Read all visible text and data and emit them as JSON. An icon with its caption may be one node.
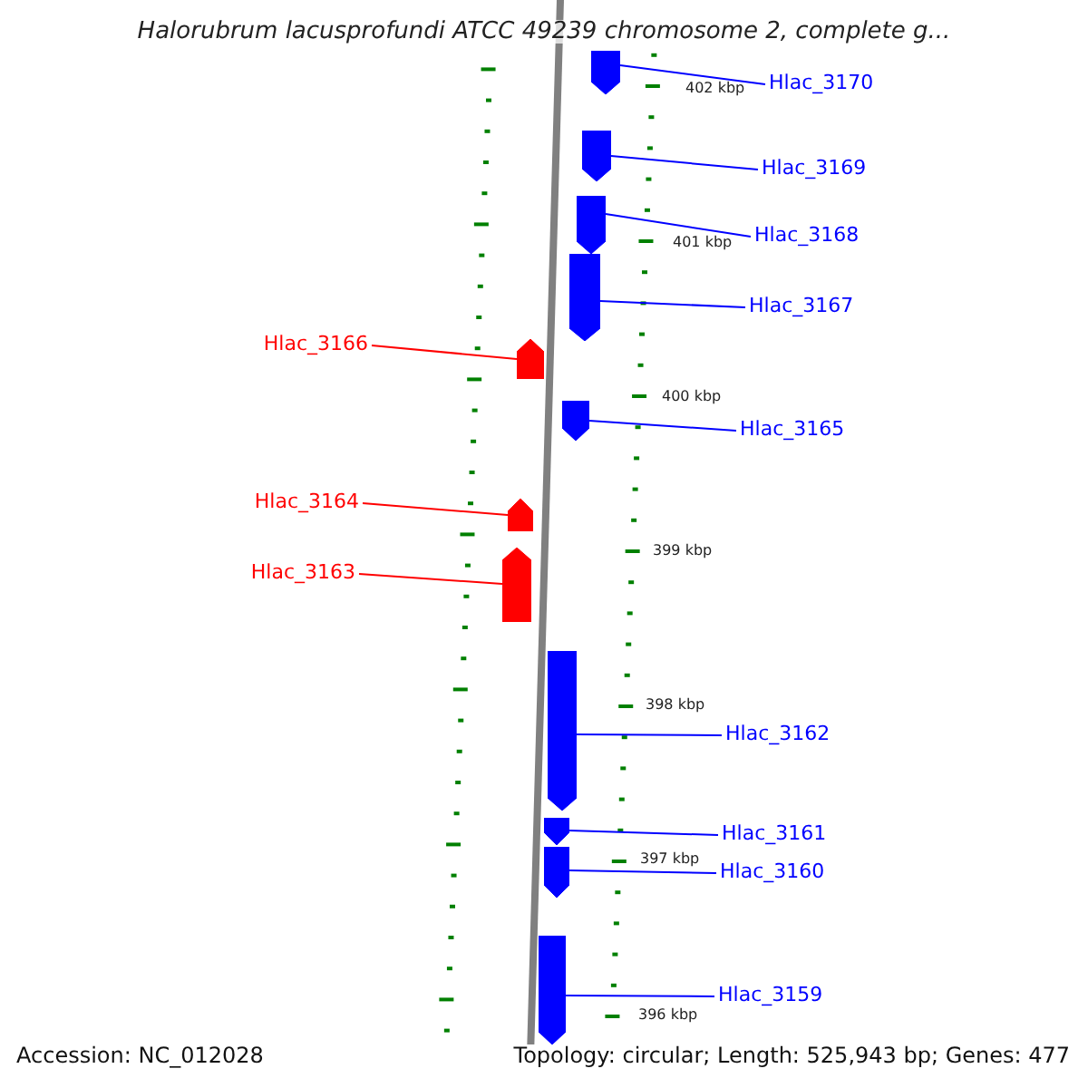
{
  "diagram": {
    "title": "Halorubrum lacusprofundi ATCC 49239 chromosome 2, complete g...",
    "nodes": [
      {
        "text": [
          "Hlac_3170"
        ]
      },
      {
        "text": [
          "Hlac_3169"
        ]
      },
      {
        "text": [
          "Hlac_3168"
        ]
      },
      {
        "text": [
          "Hlac_3167"
        ]
      },
      {
        "text": [
          "Hlac_3166"
        ]
      },
      {
        "text": [
          "Hlac_3165"
        ]
      },
      {
        "text": [
          "Hlac_3164"
        ]
      },
      {
        "text": [
          "Hlac_3163"
        ]
      },
      {
        "text": [
          "Hlac_3162"
        ]
      },
      {
        "text": [
          "Hlac_3161"
        ]
      },
      {
        "text": [
          "Hlac_3160"
        ]
      },
      {
        "text": [
          "Hlac_3159"
        ]
      },
      {
        "text": [],
        "shape": "arrow"
      },
      {
        "text": [],
        "shape": "arrow"
      },
      {
        "text": [],
        "shape": "arrow"
      },
      {
        "text": [],
        "shape": "arrow"
      },
      {
        "text": [],
        "shape": "arrow"
      },
      {
        "text": [],
        "shape": "arrow"
      },
      {
        "text": [],
        "shape": "arrow"
      },
      {
        "text": [],
        "shape": "arrow"
      },
      {
        "text": [],
        "shape": "arrow"
      },
      {
        "text": [],
        "shape": "arrow"
      },
      {
        "text": [],
        "shape": "arrow"
      },
      {
        "text": [],
        "shape": "arrow"
      }
    ],
    "edges": [
      {
        "from": 0,
        "to": 12,
        "arrow": "none"
      },
      {
        "from": 1,
        "to": 13,
        "arrow": "none"
      },
      {
        "from": 2,
        "to": 14,
        "arrow": "none"
      },
      {
        "from": 3,
        "to": 15,
        "arrow": "none"
      },
      {
        "from": 4,
        "to": 16,
        "arrow": "none",
        "color": "#ff0000"
      },
      {
        "from": 5,
        "to": 17,
        "arrow": "none"
      },
      {
        "from": 6,
        "to": 18,
        "arrow": "none",
        "color": "#ff0000"
      },
      {
        "from": 7,
        "to": 19,
        "arrow": "none",
        "color": "#ff0000"
      },
      {
        "from": 8,
        "to": 20,
        "arrow": "none"
      },
      {
        "from": 9,
        "to": 21,
        "arrow": "none"
      },
      {
        "from": 10,
        "to": 22,
        "arrow": "none"
      },
      {
        "from": 11,
        "to": 23,
        "arrow": "none"
      }
    ],
    "labels": [
      "402 kbp",
      "401 kbp",
      "400 kbp",
      "399 kbp",
      "398 kbp",
      "397 kbp",
      "396 kbp",
      "Accession: NC_012028",
      "Topology: circular; Length: 525,943 bp; Genes: 477"
    ]
  }
}
